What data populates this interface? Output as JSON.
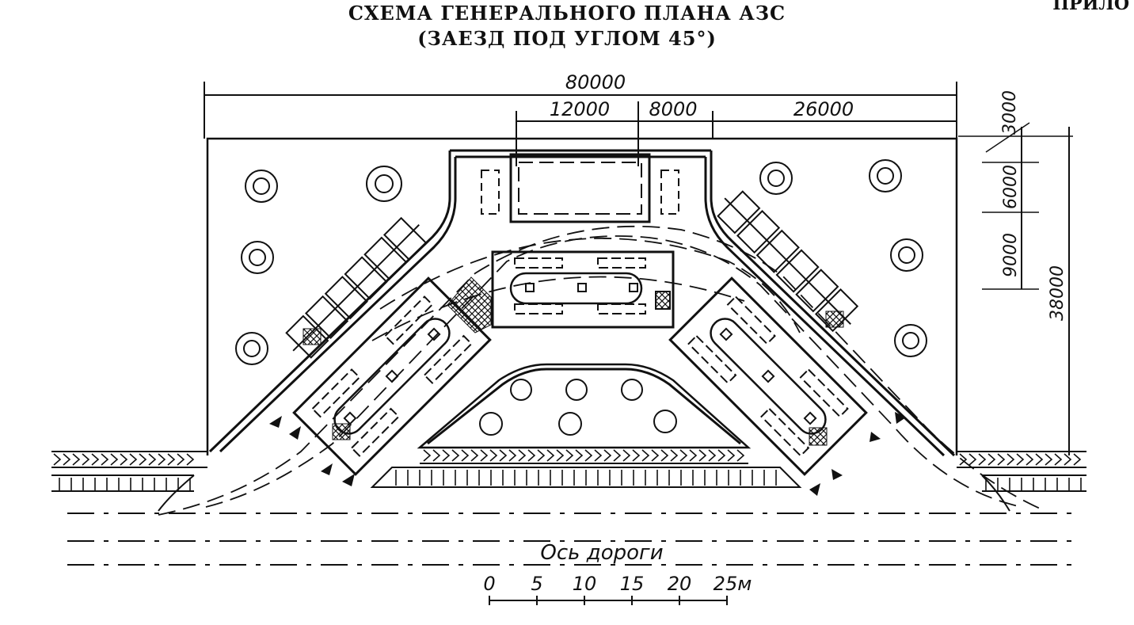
{
  "title_line1": "СХЕМА ГЕНЕРАЛЬНОГО ПЛАНА АЗС",
  "title_line2": "(ЗАЕЗД ПОД УГЛОМ 45°)",
  "corner_fragment": "ПРИЛО",
  "dimensions": {
    "total_width": "80000",
    "building_width": "12000",
    "gap_width": "8000",
    "right_width": "26000",
    "top_setback": "3000",
    "building_depth": "6000",
    "drive_depth": "9000",
    "total_depth": "38000"
  },
  "road_axis_label": "Ось дороги",
  "scale_bar": {
    "ticks": [
      "0",
      "5",
      "10",
      "15",
      "20",
      "25м"
    ]
  },
  "colors": {
    "ink": "#111111",
    "paper": "#ffffff"
  }
}
